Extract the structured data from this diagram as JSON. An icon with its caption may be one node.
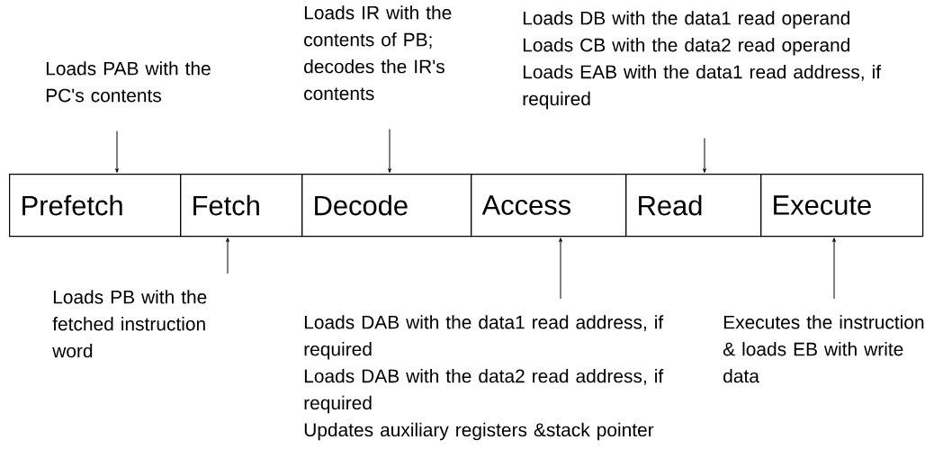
{
  "diagram": {
    "nodes": [
      {
        "text": [
          "Prefetch"
        ]
      },
      {
        "text": [
          "Fetch"
        ]
      },
      {
        "text": [
          "Decode"
        ]
      },
      {
        "text": [
          "Access"
        ]
      },
      {
        "text": [
          "Read"
        ]
      },
      {
        "text": [
          "Execute"
        ]
      },
      {
        "text": [
          "Loads PAB with the PC's contents"
        ]
      },
      {
        "text": [
          "Loads IR with the contents of PB; decodes the IR's contents"
        ]
      },
      {
        "text": [
          "Loads DB with the data1 read operand",
          "Loads CB with the data2 read operand",
          "Loads EAB with the data1 read address, if required"
        ]
      },
      {
        "text": [
          "Loads PB with the fetched instruction word"
        ]
      },
      {
        "text": [
          "Loads DAB with the data1 read address, if required",
          "Loads DAB with the data2 read address, if required",
          "Updates auxiliary registers &stack pointer"
        ]
      },
      {
        "text": [
          "Executes the instruction & loads EB with write data"
        ]
      }
    ],
    "edges": [
      {
        "from": 6,
        "to": 0,
        "arrow": "to"
      },
      {
        "from": 7,
        "to": 2,
        "arrow": "to"
      },
      {
        "from": 8,
        "to": 4,
        "arrow": "to"
      },
      {
        "from": 9,
        "to": 1,
        "arrow": "to"
      },
      {
        "from": 10,
        "to": 3,
        "arrow": "to"
      },
      {
        "from": 11,
        "to": 5,
        "arrow": "to"
      }
    ]
  }
}
